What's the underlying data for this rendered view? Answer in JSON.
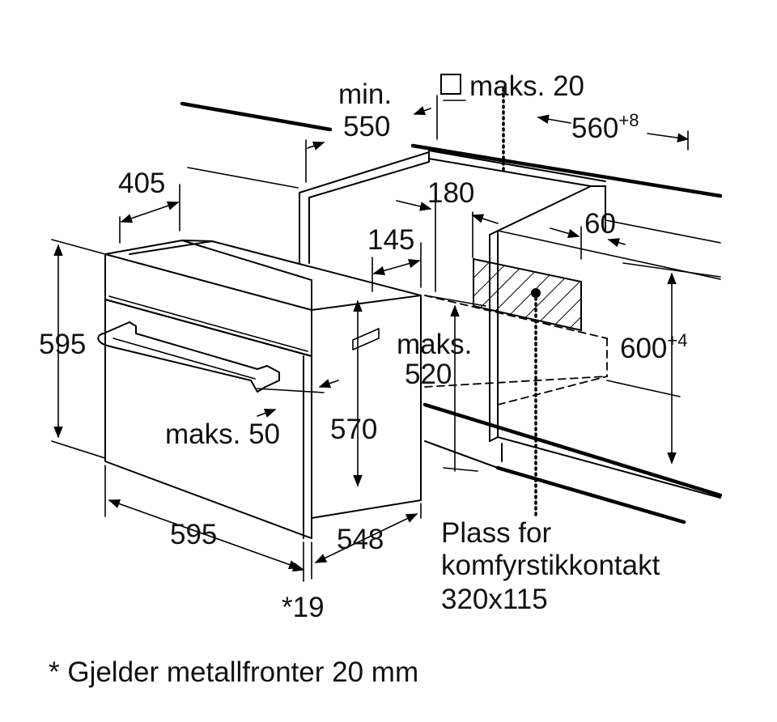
{
  "dimensions": {
    "min_label": "min.",
    "min_value": "550",
    "maks20": "maks. 20",
    "width_niche": "560",
    "width_niche_tol": "+8",
    "depth_405": "405",
    "depth_180": "180",
    "depth_145": "145",
    "depth_60": "60",
    "height_595": "595",
    "maks520_line1": "maks.",
    "maks520_line2": "520",
    "height_niche": "600",
    "height_niche_tol": "+4",
    "maks50": "maks. 50",
    "height_570": "570",
    "width_595": "595",
    "depth_548": "548",
    "front_19": "*19"
  },
  "socket": {
    "line1": "Plass for",
    "line2": "komfyrstikkontakt",
    "line3": "320x115"
  },
  "footnote": "* Gjelder metallfronter 20 mm"
}
